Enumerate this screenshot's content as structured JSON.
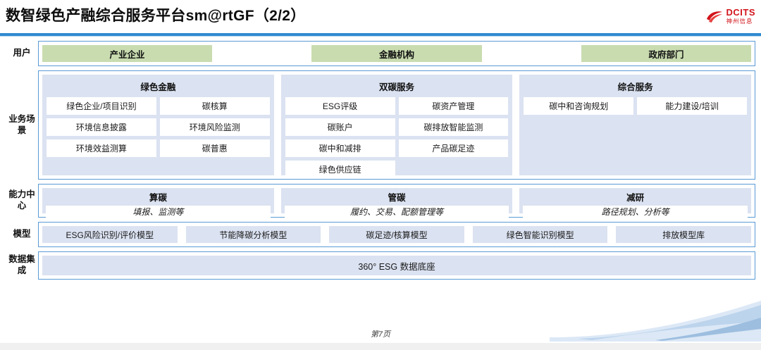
{
  "header": {
    "title": "数智绿色产融综合服务平台sm@rtGF（2/2）",
    "logo": {
      "mark": "swoosh-icon",
      "main": "DCITS",
      "sub": "神州信息",
      "color": "#d2141b"
    }
  },
  "colors": {
    "frame_border": "#5b9bd5",
    "user_chip": "#c9dcb0",
    "group_bg": "#dbe2f1",
    "cell_bg": "#ffffff",
    "rule": "#2e8bd0"
  },
  "rows": {
    "user": {
      "label": "用户",
      "chips": [
        "产业企业",
        "金融机构",
        "政府部门"
      ]
    },
    "scenario": {
      "label": "业务场景",
      "groups": [
        {
          "title": "绿色金融",
          "cells": [
            "绿色企业/项目识别",
            "碳核算",
            "环境信息披露",
            "环境风险监测",
            "环境效益测算",
            "碳普惠"
          ]
        },
        {
          "title": "双碳服务",
          "cells": [
            "ESG评级",
            "碳资产管理",
            "碳账户",
            "碳排放智能监测",
            "碳中和减排",
            "产品碳足迹",
            "绿色供应链"
          ]
        },
        {
          "title": "综合服务",
          "cells": [
            "碳中和咨询规划",
            "能力建设/培训"
          ]
        }
      ]
    },
    "capability": {
      "label": "能力中心",
      "groups": [
        {
          "title": "算碳",
          "sub": "填报、监测等"
        },
        {
          "title": "管碳",
          "sub": "履约、交易、配额管理等"
        },
        {
          "title": "减研",
          "sub": "路径规划、分析等"
        }
      ]
    },
    "model": {
      "label": "模型",
      "chips": [
        "ESG风险识别/评价模型",
        "节能降碳分析模型",
        "碳足迹/核算模型",
        "绿色智能识别模型",
        "排放模型库"
      ]
    },
    "data": {
      "label": "数据集成",
      "chips": [
        "360° ESG 数据底座"
      ]
    }
  },
  "footer": {
    "page": "第7页"
  }
}
